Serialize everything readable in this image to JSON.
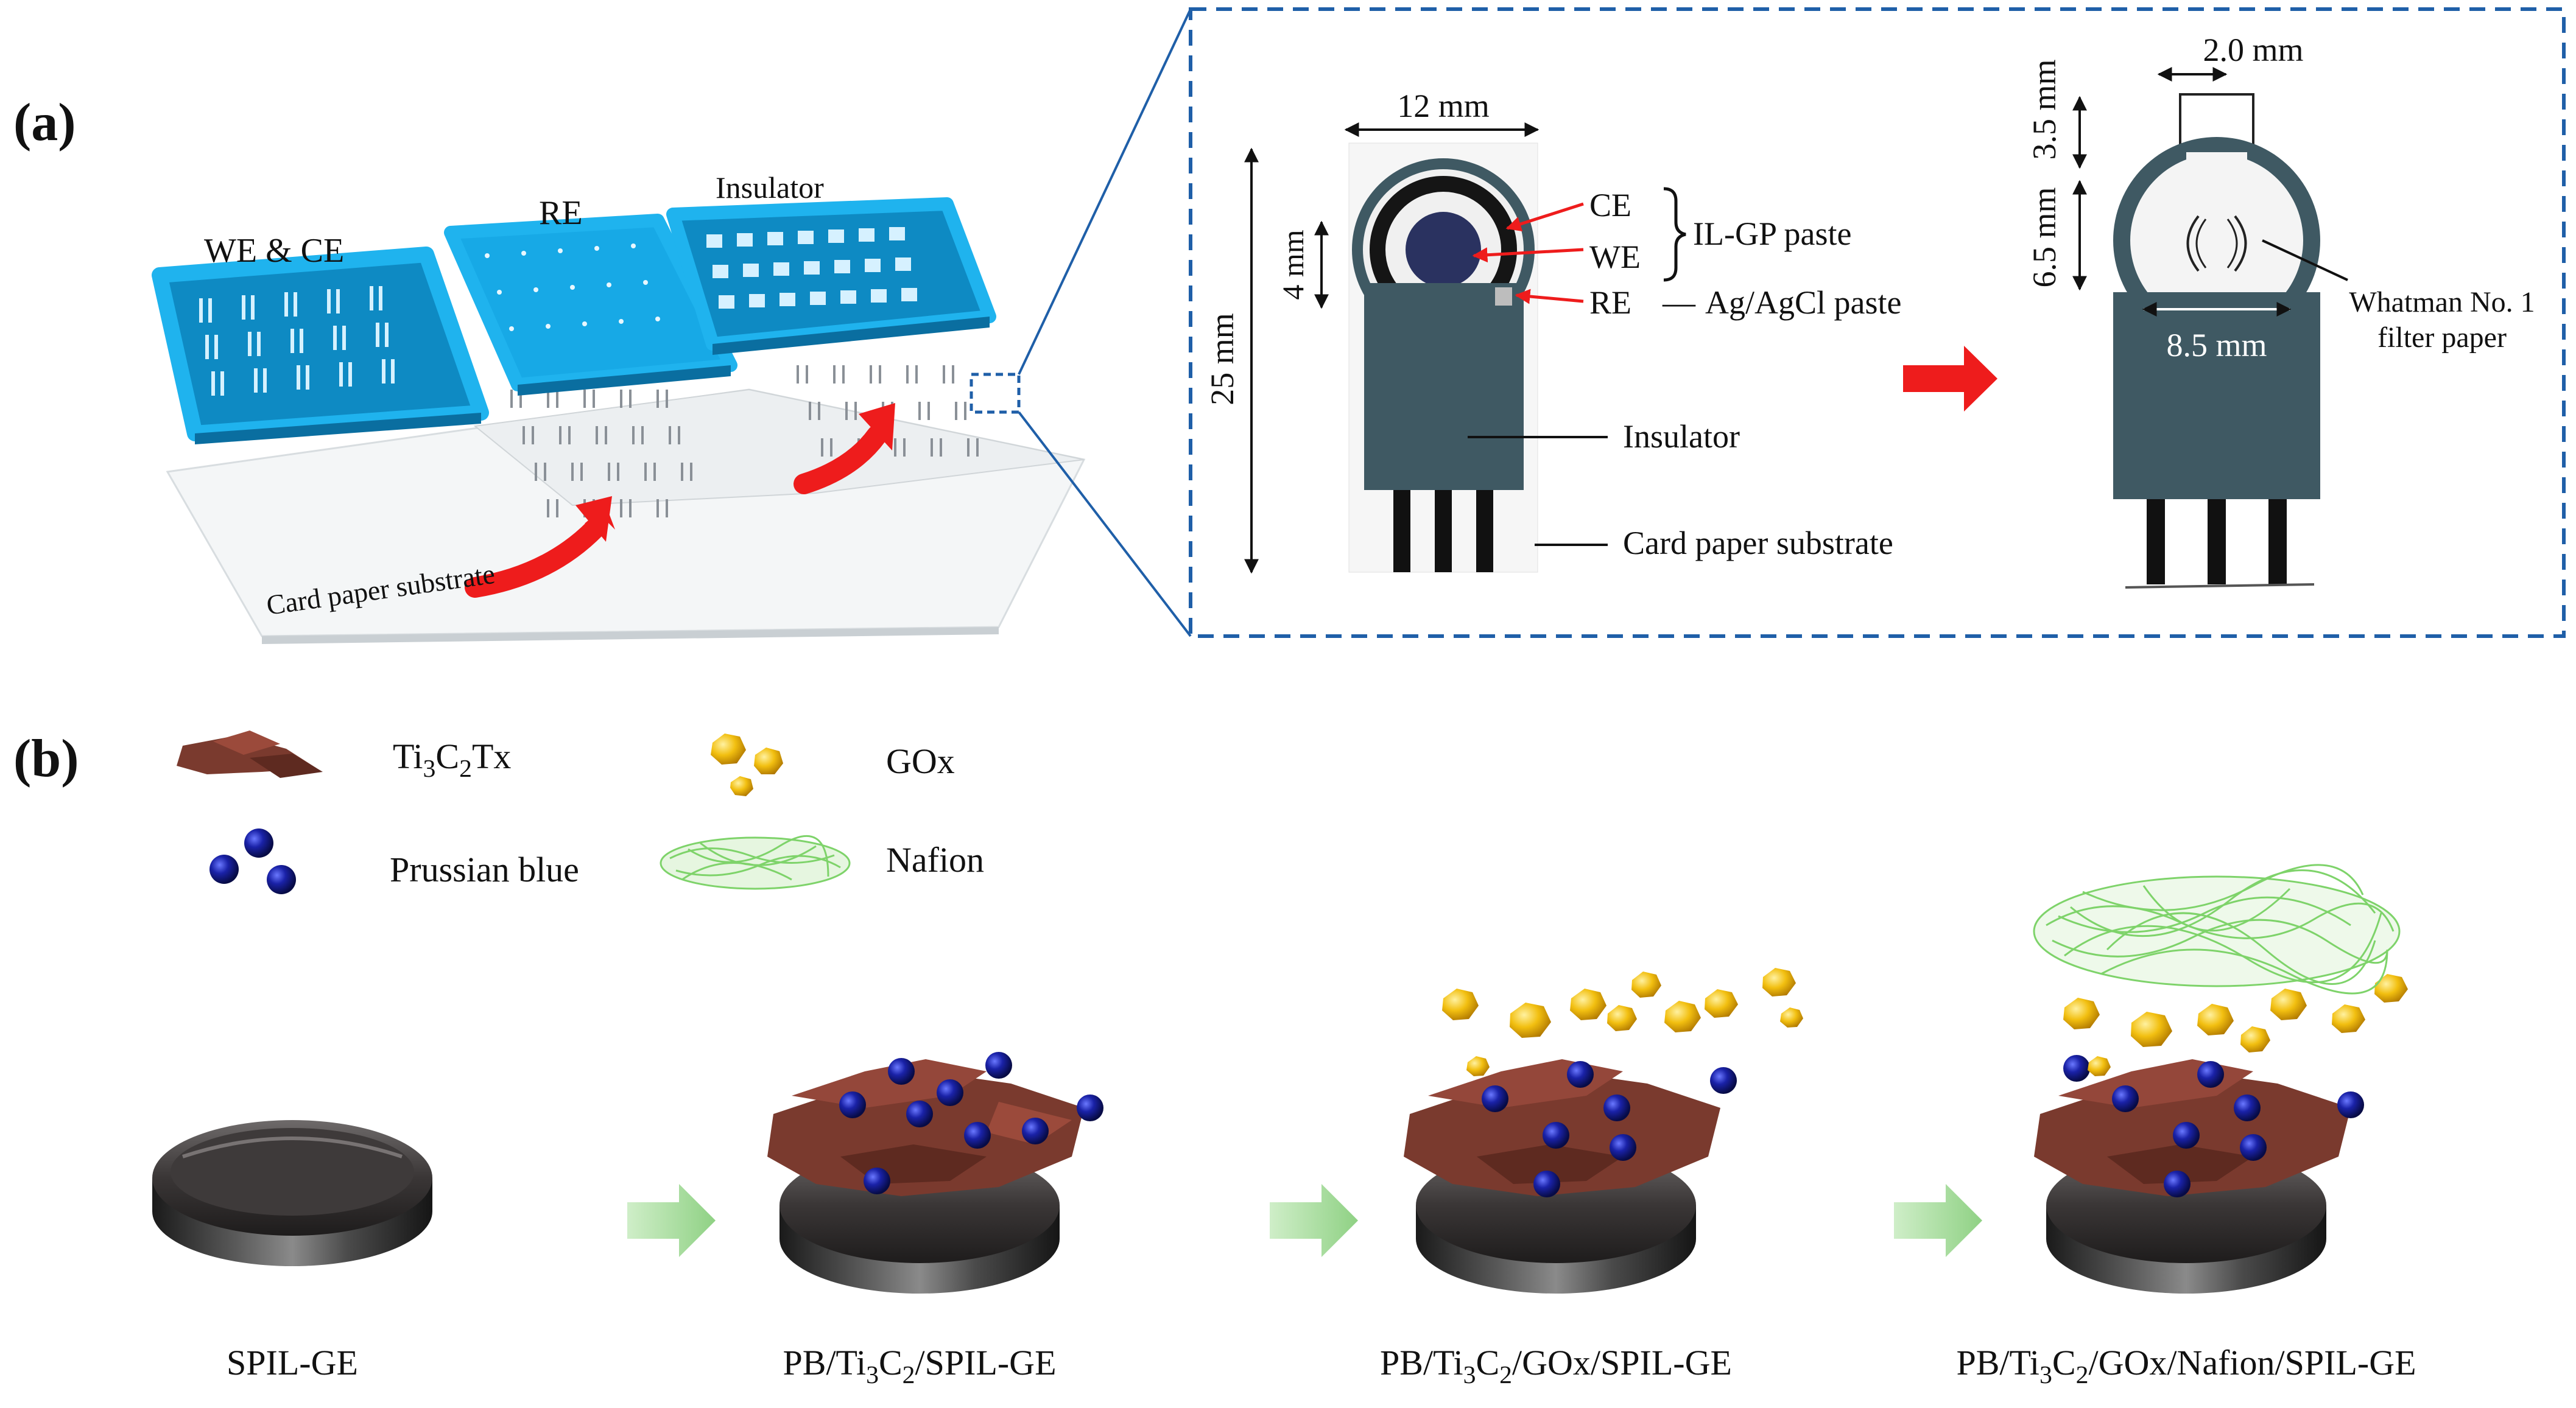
{
  "panel_a": {
    "label": "(a)",
    "screens": [
      {
        "label": "WE & CE"
      },
      {
        "label": "RE"
      },
      {
        "label": "Insulator"
      }
    ],
    "substrate_label": "Card paper substrate",
    "electrode": {
      "width_label": "12 mm",
      "height_label": "25 mm",
      "we_height_label": "4 mm",
      "ce_label": "CE",
      "we_label": "WE",
      "re_label": "RE",
      "ilgp_label": "IL-GP paste",
      "agcl_label": "Ag/AgCl paste",
      "agcl_dash": "—",
      "insulator_label": "Insulator",
      "substrate_label": "Card paper substrate"
    },
    "modified": {
      "top_width_label": "2.0 mm",
      "neck_label": "3.5 mm",
      "body_label": "6.5 mm",
      "inner_width_label": "8.5 mm",
      "filter_line1": "Whatman No. 1",
      "filter_line2": "filter paper"
    }
  },
  "panel_b": {
    "label": "(b)",
    "legend": [
      {
        "name": "titanium-carbide",
        "base": "Ti",
        "s1": "3",
        "mid": "C",
        "s2": "2",
        "tail": "Tx"
      },
      {
        "name": "prussian-blue",
        "text": "Prussian blue"
      },
      {
        "name": "gox",
        "text": "GOx"
      },
      {
        "name": "nafion",
        "text": "Nafion"
      }
    ],
    "stages": [
      {
        "text": "SPIL-GE"
      },
      {
        "pre": "PB/Ti",
        "s1": "3",
        "mid": "C",
        "s2": "2",
        "post": "/SPIL-GE"
      },
      {
        "pre": "PB/Ti",
        "s1": "3",
        "mid": "C",
        "s2": "2",
        "post": "/GOx/SPIL-GE"
      },
      {
        "pre": "PB/Ti",
        "s1": "3",
        "mid": "C",
        "s2": "2",
        "post": "/GOx/Nafion/SPIL-GE"
      }
    ]
  },
  "colors": {
    "screen_blue": "#1fb3ee",
    "screen_dark": "#0f8fcc",
    "arrow_red": "#ee1c1c",
    "arrow_green": "#a9dca0",
    "dashed_blue": "#1f5fa8",
    "insulator": "#3f5963",
    "mxene": "#7a3a2e",
    "pb": "#141a8a",
    "gox": "#f0b800",
    "nafion": "#7ed36a"
  }
}
